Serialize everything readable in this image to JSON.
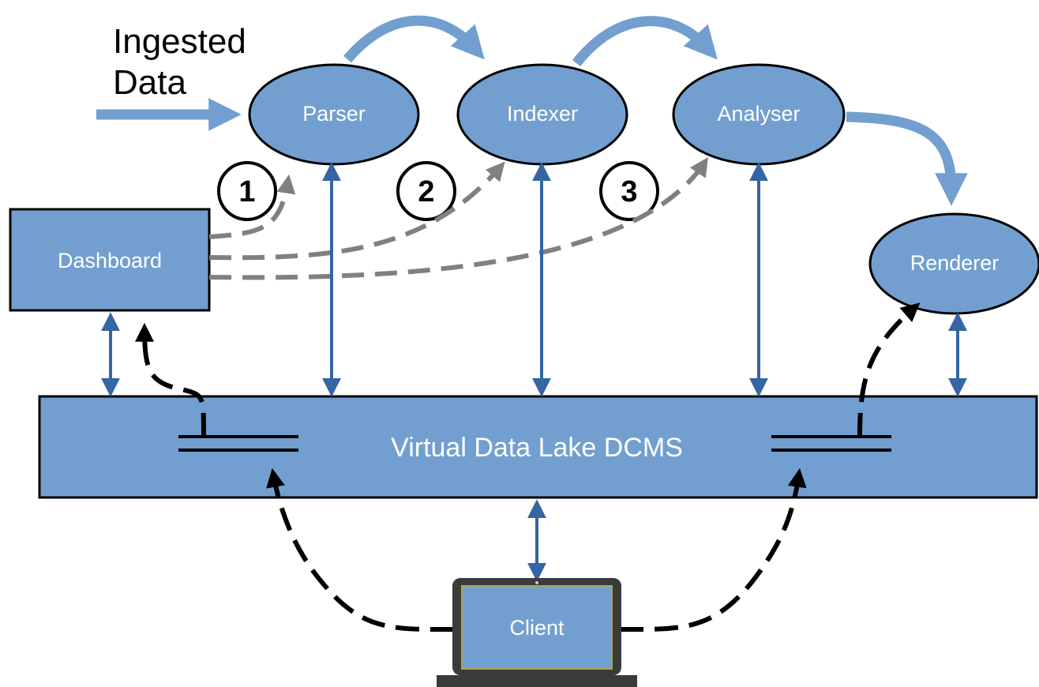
{
  "input": {
    "line1": "Ingested",
    "line2": "Data"
  },
  "nodes": {
    "parser": "Parser",
    "indexer": "Indexer",
    "analyser": "Analyser",
    "renderer": "Renderer",
    "dashboard": "Dashboard",
    "lake": "Virtual Data Lake DCMS",
    "client": "Client"
  },
  "steps": [
    "1",
    "2",
    "3"
  ],
  "colors": {
    "node_fill": "#729fcf",
    "flow_arrow": "#729fcf",
    "bidirectional_arrow": "#3465a4",
    "dashboard_control": "#808080",
    "client_access": "#000000",
    "laptop_body": "#3b3b3b"
  }
}
